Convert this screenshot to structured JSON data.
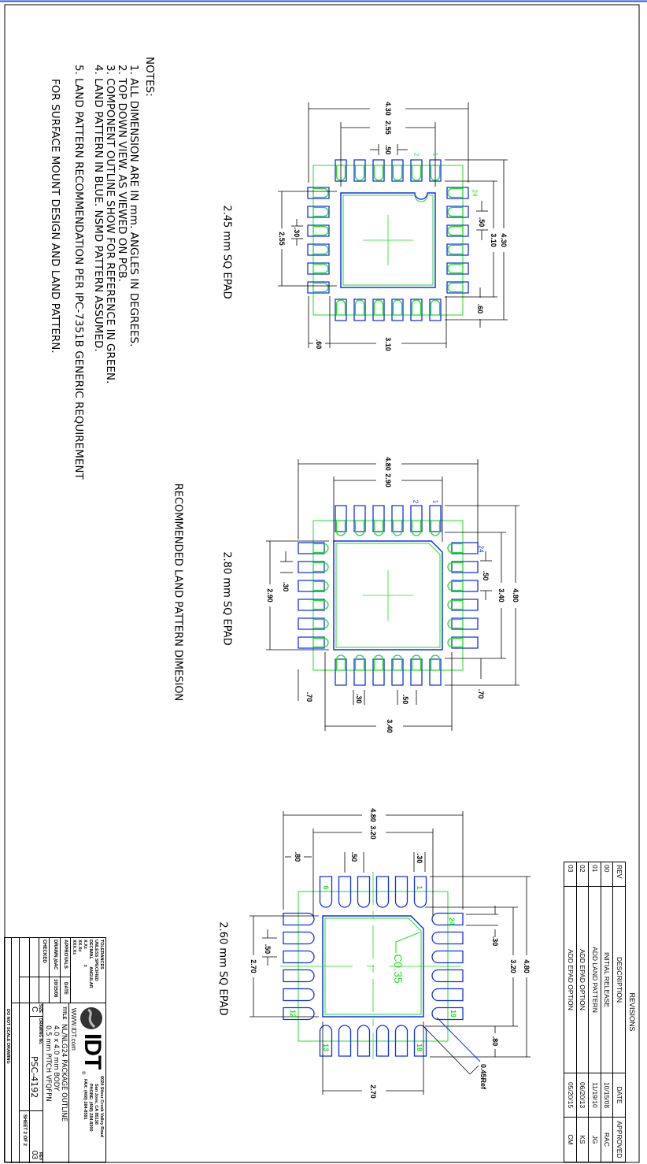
{
  "colors": {
    "outline": "#000000",
    "land_pattern": "#1030ee",
    "component": "#22dd22"
  },
  "notes": {
    "heading": "NOTES:",
    "items": [
      "1. ALL DIMENSION ARE IN mm. ANGLES IN DEGREES.",
      "2. TOP DOWN VIEW. AS VIEWED ON PCB.",
      "3. COMPONENT OUTLINE SHOW FOR REFERENCE IN GREEN.",
      "4. LAND PATTERN IN BLUE. NSMD PATTERN ASSUMED.",
      "5. LAND PATTERN RECOMMENDATION PER IPC-7351B GENERIC REQUIREMENT",
      "FOR SURFACE MOUNT DESIGN AND LAND PATTERN."
    ]
  },
  "section_title": "RECOMMENDED LAND PATTERN DIMESION",
  "footprints": [
    {
      "caption": "2.45 mm SQ EPAD",
      "pins": {
        "p2": "2",
        "p1": "1",
        "p24": "24"
      },
      "dims": {
        "top_overall": "4.30",
        "top_inner": "2.55",
        "pitch_top": ".50",
        "right_pitch": ".50",
        "right_inner": "3.10",
        "right_overall": "4.30",
        "right_pad": ".60",
        "left_inner": "2.55",
        "left_width": ".30",
        "bottom_pad": ".60",
        "bottom_inner": "3.10"
      }
    },
    {
      "caption": "2.80 mm SQ EPAD",
      "pins": {
        "p2": "2",
        "p1": "1",
        "p24": "24"
      },
      "dims": {
        "top_overall": "4.80",
        "top_inner": "2.90",
        "right_pitch": ".50",
        "right_inner": "3.40",
        "right_overall": "4.80",
        "right_pad": ".70",
        "left_inner": "2.90",
        "left_width": ".30",
        "bottom_pad": ".70",
        "bottom_width": ".30",
        "bottom_pitch": ".50",
        "bottom_inner": "3.40"
      }
    },
    {
      "caption": "2.60 mm SQ EPAD",
      "pins": {
        "p6": "6",
        "p1": "1",
        "p24": "24",
        "p12": "12",
        "p19": "19",
        "p13": "13",
        "p18": "18"
      },
      "chamfer": "C0.35",
      "corner_ref": "0.45Ref",
      "dims": {
        "top_overall": "4.80",
        "top_inner": "3.20",
        "top_pad": ".80",
        "top_pitch": ".50",
        "top_width": ".30",
        "right_width": ".30",
        "right_inner": "3.20",
        "right_overall": "4.80",
        "right_pad": ".80",
        "left_inner": "2.70",
        "left_pitch": ".50",
        "bottom_inner": "2.70"
      }
    }
  ],
  "revisions": {
    "title": "REVISIONS",
    "headers": [
      "REV",
      "DESCRIPTION",
      "DATE",
      "APPROVED"
    ],
    "rows": [
      [
        "00",
        "INITIAL RELEASE",
        "10/15/08",
        "RAC"
      ],
      [
        "01",
        "ADD LAND PATTERN",
        "11/19/10",
        "JG"
      ],
      [
        "02",
        "ADD EPAD OPTION",
        "06/20/13",
        "KS"
      ],
      [
        "03",
        "ADD EPAD OPTION",
        "05/20/15",
        "CM"
      ]
    ]
  },
  "title_block": {
    "tolerances": [
      "TOLERANCES",
      "UNLESS SPECIFIED",
      "DECIMAL",
      "X.X±",
      "XX.X±",
      "XXX.X±"
    ],
    "angular_label": "ANGULAR",
    "angular_value": "±",
    "approvals_label": "APPROVALS",
    "date_label": "DATE",
    "drawn_label": "DRAWN",
    "drawn_by": "jbAC",
    "drawn_date": "10/15/08",
    "checked_label": "CHECKED",
    "company_logo": "IDT",
    "company_logo_mark": "®",
    "address": [
      "6024 Silver Creek Valley Road",
      "San Jose, CA 95138",
      "PHONE: (408) 284-8200",
      "FAX: (408) 284-8591"
    ],
    "website": "WWW.IDT.com",
    "title_label": "TITLE",
    "title_lines": [
      "NL/NLG24 PACKAGE OUTLINE",
      "4.0 x 4.0 mm BODY",
      "0.5 mm PITCH VFQFPN"
    ],
    "size_label": "SIZE",
    "size": "C",
    "drawing_no_label": "DRAWING No.",
    "drawing_no": "PSC-4192",
    "rev_label": "REV",
    "rev": "03",
    "sheet": "SHEET 2 OF 2",
    "do_not_scale": "DO NOT SCALE DRAWING"
  }
}
